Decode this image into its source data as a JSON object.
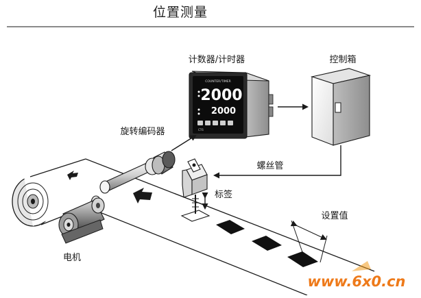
{
  "title": "位置测量",
  "labels": {
    "counter_timer": "计数器/计时器",
    "control_box": "控制箱",
    "rotary_encoder": "旋转编码器",
    "solenoid": "螺丝管",
    "tag": "标签",
    "set_value": "设置值",
    "motor": "电机"
  },
  "display": {
    "brand": "COUNTER/TIMER",
    "upper_value": "2000",
    "lower_value": "2000",
    "model": "CT6"
  },
  "watermark": "www.6x0.cn",
  "colors": {
    "line": "#1a1a1a",
    "display_bg": "#0c0c0c",
    "display_digits": "#ffffff",
    "watermark_orange": "#f39b1b",
    "watermark_red": "#e0221f"
  }
}
